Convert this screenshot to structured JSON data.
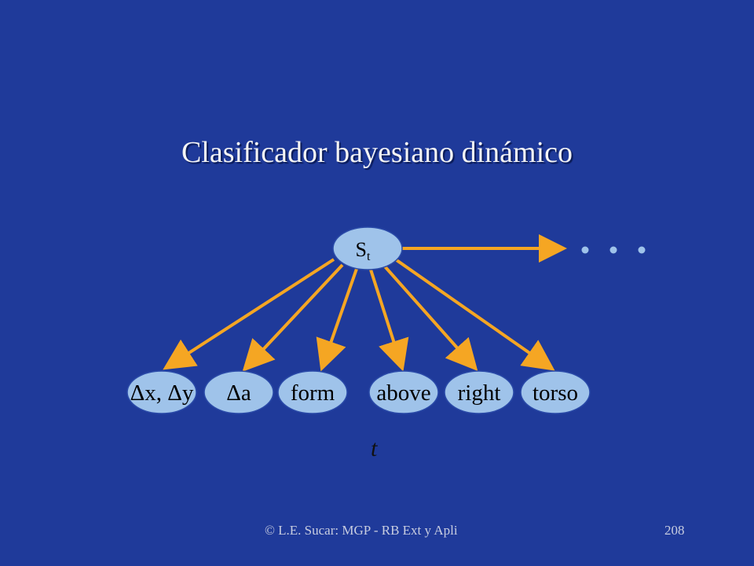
{
  "title": "Clasificador bayesiano dinámico",
  "root_node": {
    "label": "S",
    "subscript": "t"
  },
  "child_nodes": [
    {
      "label": "Δx, Δy"
    },
    {
      "label": "Δa"
    },
    {
      "label": "form"
    },
    {
      "label": "above"
    },
    {
      "label": "right"
    },
    {
      "label": "torso"
    }
  ],
  "continuation": "• • •",
  "time_label": "t",
  "footer": {
    "credit": "© L.E. Sucar: MGP - RB Ext y Apli",
    "page_number": "208"
  },
  "colors": {
    "background": "#1f3a9a",
    "node_fill": "#9fc3ea",
    "arrow": "#f5a623",
    "title": "#f4f4f4"
  }
}
